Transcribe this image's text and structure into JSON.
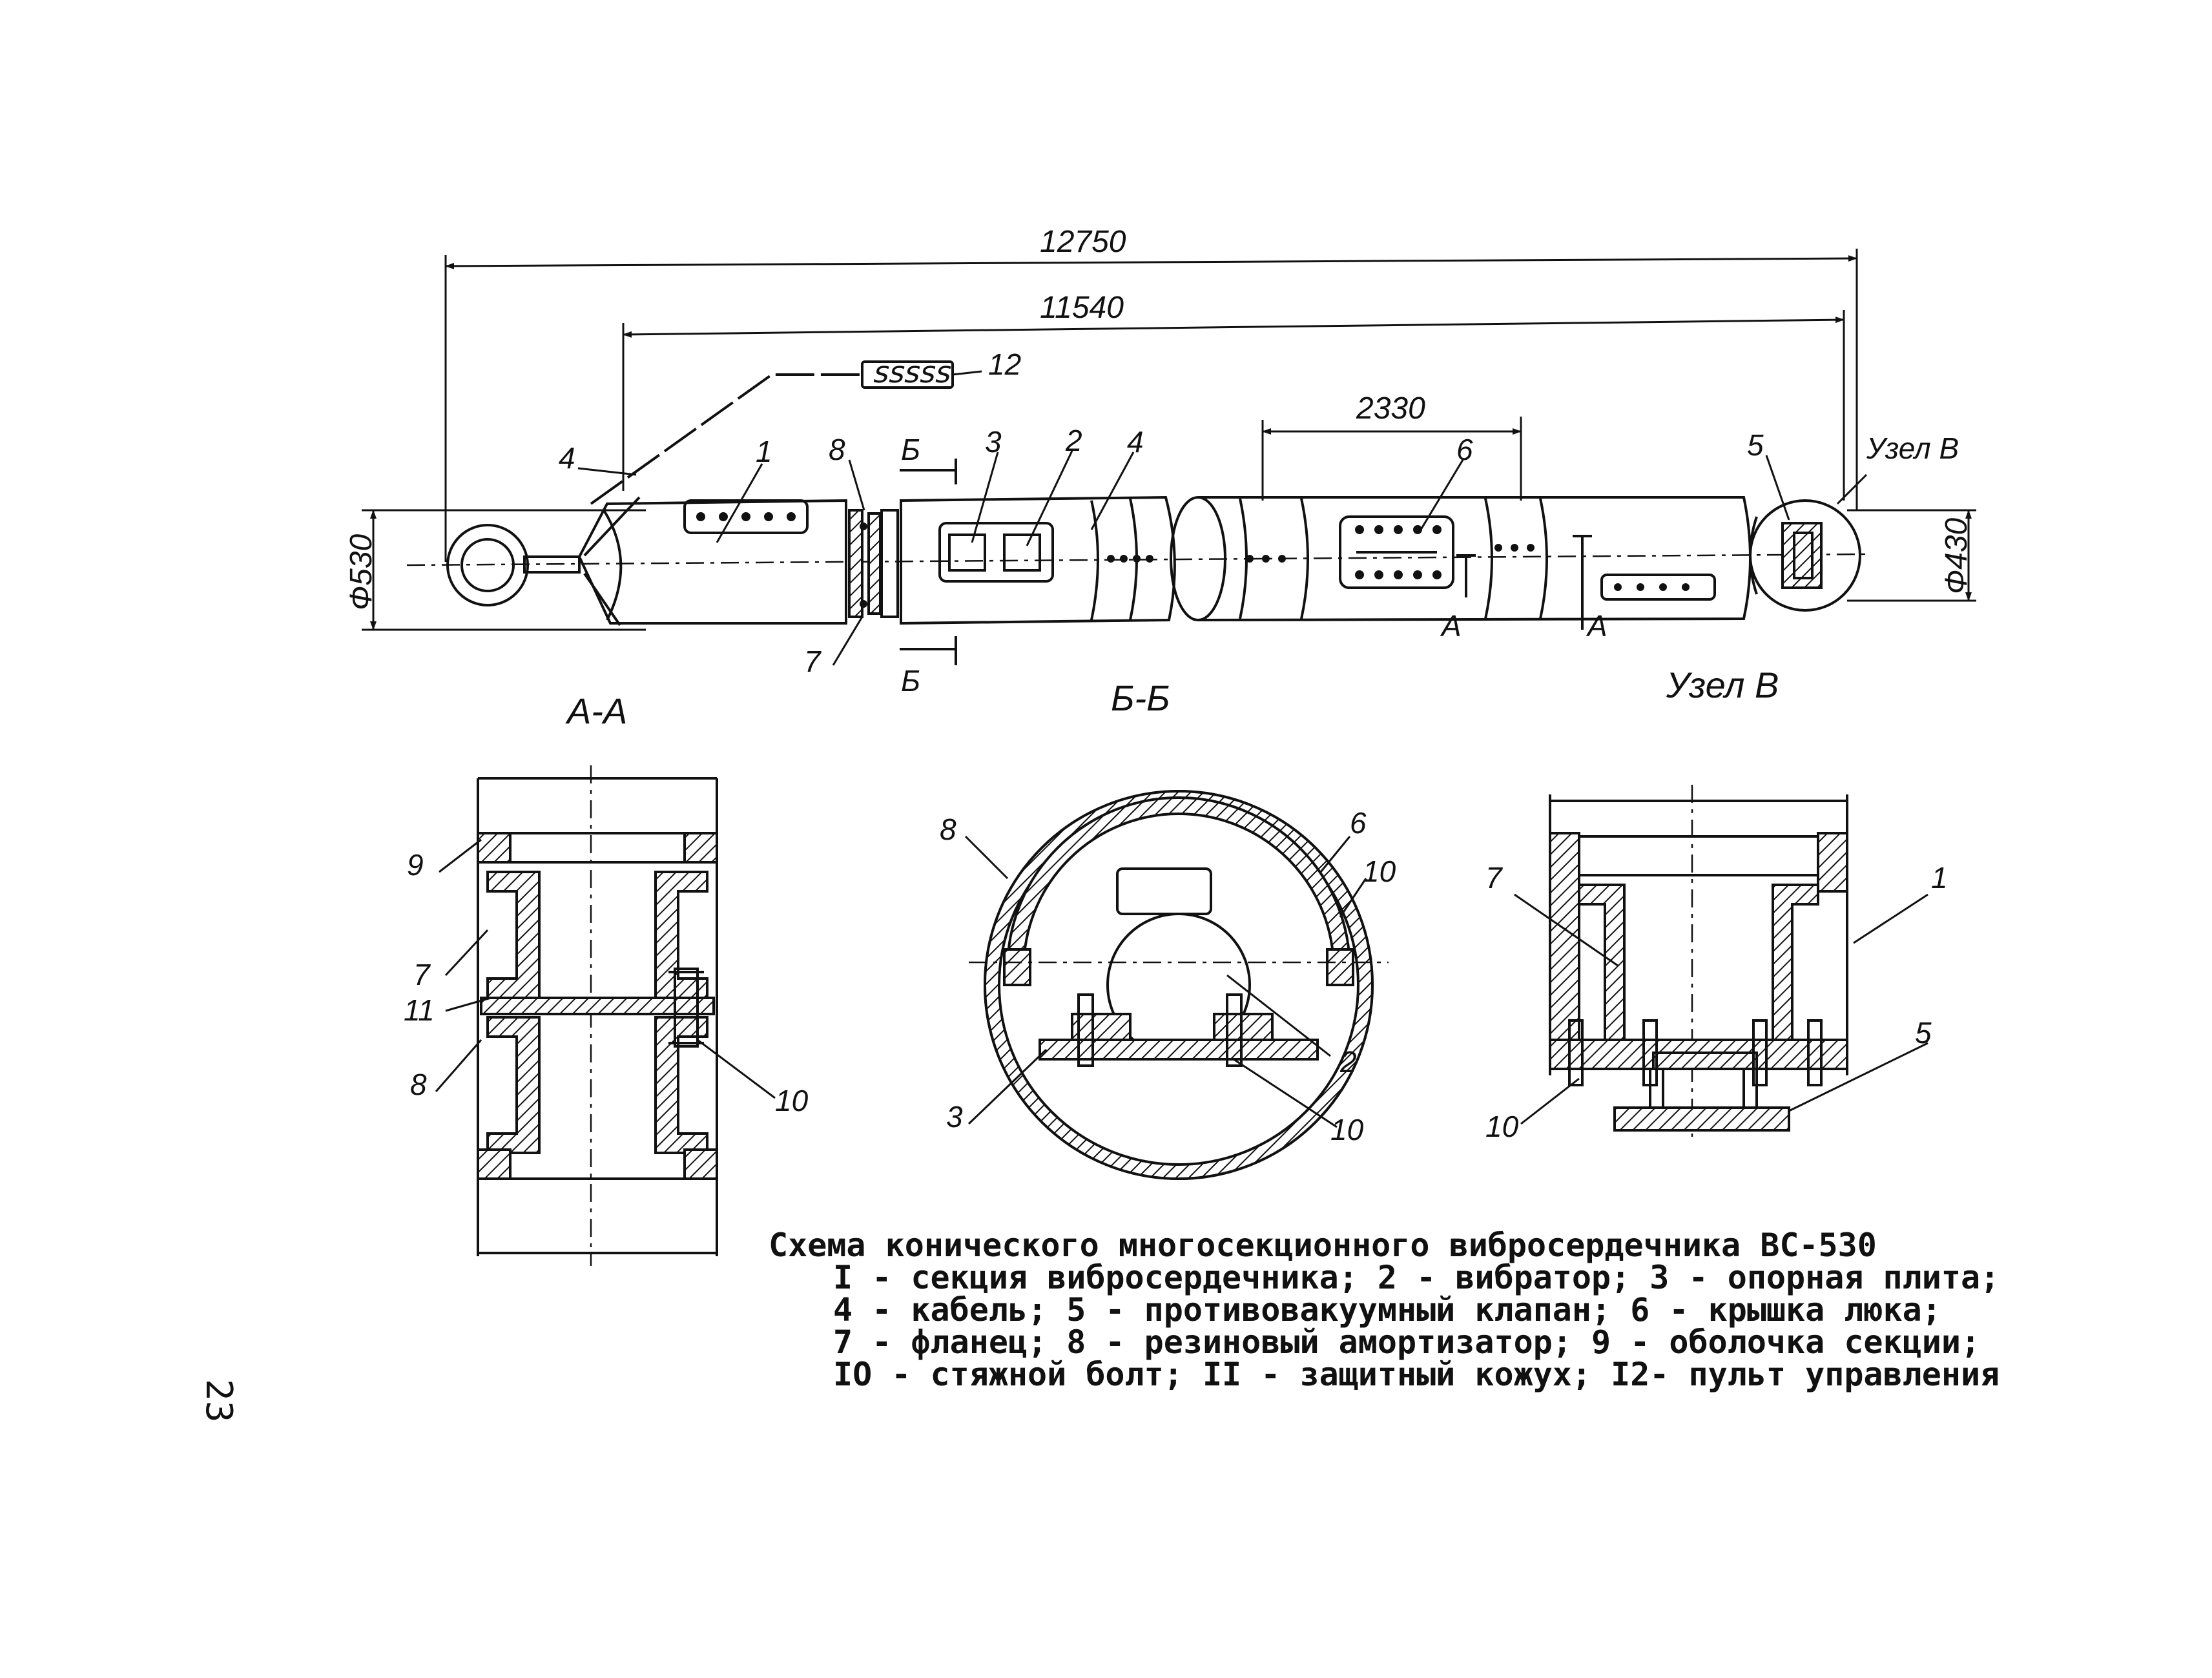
{
  "dimensions": {
    "overall": "12750",
    "body": "11540",
    "section": "2330",
    "diameter_large": "Ф530",
    "diameter_small": "Ф430"
  },
  "views": {
    "section_a": "A-A",
    "section_b": "Б-Б",
    "node_v": "Узел В",
    "node_v_tag": "Узел В",
    "cut_a": "A",
    "cut_b": "Б"
  },
  "labels": {
    "n1": "1",
    "n2": "2",
    "n3": "3",
    "n4": "4",
    "n5": "5",
    "n6": "6",
    "n7": "7",
    "n8": "8",
    "n9": "9",
    "n10": "10",
    "n11": "11",
    "n12": "12"
  },
  "caption": {
    "title": "Схема конического многосекционного вибросердечника ВС-530",
    "line1": "I - секция вибросердечника; 2 - вибратор; 3 - опорная плита;",
    "line2": "4 - кабель; 5 - противовакуумный клапан; 6 - крышка люка;",
    "line3": "7 - фланец; 8 - резиновый амортизатор; 9 - оболочка секции;",
    "line4": "IO - стяжной болт; II - защитный кожух; I2- пульт управления"
  },
  "page_number": "23"
}
